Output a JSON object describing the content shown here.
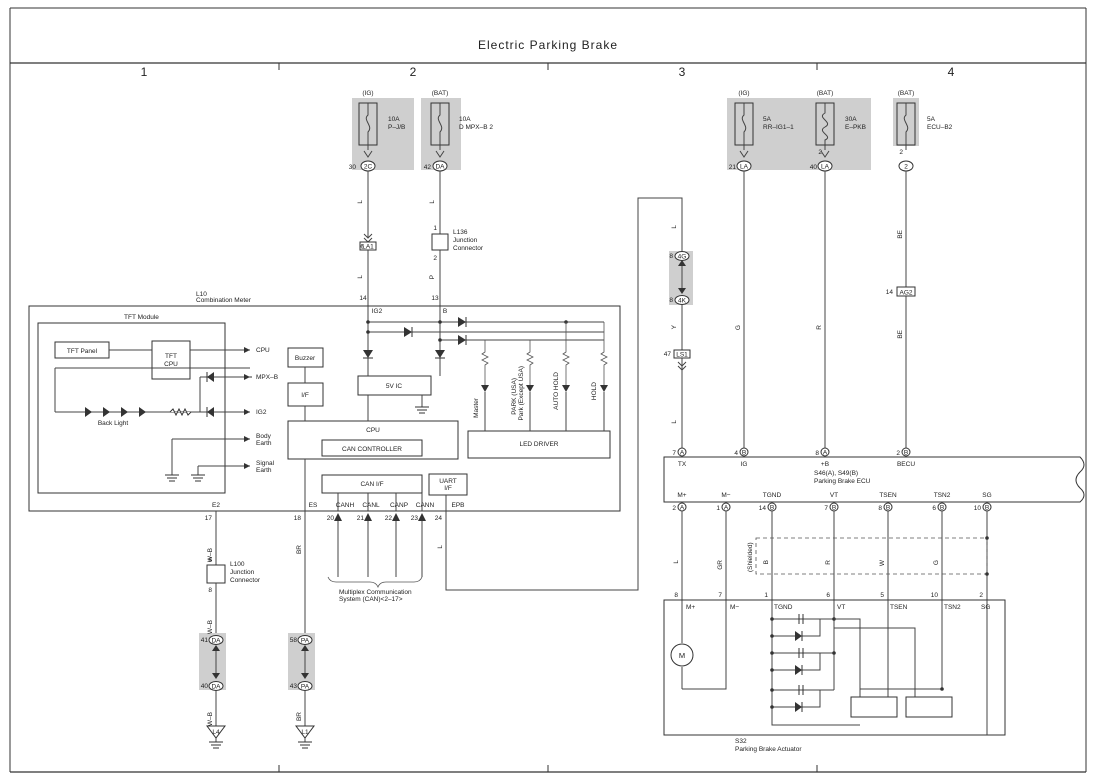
{
  "title": "Electric Parking Brake",
  "columns": [
    "1",
    "2",
    "3",
    "4"
  ],
  "fuses": [
    {
      "source": "(IG)",
      "rating": "10A",
      "name": "P–J/B",
      "pin": "30",
      "conn": "2C"
    },
    {
      "source": "(BAT)",
      "rating": "10A",
      "name": "D MPX–B 2",
      "pin": "42",
      "conn": "DA"
    },
    {
      "source": "(IG)",
      "rating": "5A",
      "name": "RR–IG1–1",
      "pin": "21",
      "conn": "LA"
    },
    {
      "source": "(BAT)",
      "rating": "30A",
      "name": "E–PKB",
      "pin": "40",
      "pin2": "2",
      "conn": "LA"
    },
    {
      "source": "(BAT)",
      "rating": "5A",
      "name": "ECU–B2",
      "pin": "2",
      "conn": "2"
    }
  ],
  "junction_l136": {
    "name": "L136",
    "desc1": "Junction",
    "desc2": "Connector",
    "pin_top": "1",
    "pin_bottom": "2"
  },
  "junction_l100": {
    "name": "L100",
    "desc1": "Junction",
    "desc2": "Connector",
    "pin_top": "6",
    "pin_bottom": "8"
  },
  "connectors": {
    "la1": {
      "pin": "6",
      "label": "LA1"
    },
    "g4g": {
      "pin": "8",
      "label": "4G"
    },
    "g4k": {
      "pin": "8",
      "label": "4K"
    },
    "ls1": {
      "pin": "47",
      "label": "LS1"
    },
    "ag2": {
      "pin": "14",
      "label": "AG2"
    },
    "da_top": {
      "pin": "41",
      "label": "DA"
    },
    "da_bot": {
      "pin": "40",
      "label": "DA"
    },
    "pa_top": {
      "pin": "58",
      "label": "PA"
    },
    "pa_bot": {
      "pin": "43",
      "label": "PA"
    }
  },
  "wire_colors": {
    "ig_l_top": "L",
    "ig_l_mid": "L",
    "bat_l": "L",
    "bat_p": "P",
    "ecu_g": "G",
    "ecu_r": "R",
    "ecu_be1": "BE",
    "ecu_be2": "BE",
    "tx_l1": "L",
    "tx_y": "Y",
    "tx_l2": "L",
    "e2_wb1": "W–B",
    "e2_wb2": "W–B",
    "e2_wb3": "W–B",
    "es_br1": "BR",
    "es_br2": "BR",
    "epb_l": "L",
    "act_l": "L",
    "act_gr": "GR",
    "act_b": "B",
    "act_r": "R",
    "act_w": "W",
    "act_g": "G",
    "shielded": "(Shielded)"
  },
  "meter": {
    "name": "L10",
    "desc": "Combination Meter",
    "tft_module": "TFT Module",
    "tft_panel": "TFT Panel",
    "tft_cpu1": "TFT",
    "tft_cpu2": "CPU",
    "sig_cpu": "CPU",
    "sig_mpxb": "MPX–B",
    "sig_ig2": "IG2",
    "body_earth1": "Body",
    "body_earth2": "Earth",
    "signal_earth1": "Signal",
    "signal_earth2": "Earth",
    "back_light": "Back Light",
    "e2_label": "E2",
    "buzzer": "Buzzer",
    "if": "I/F",
    "five_v_ic": "5V IC",
    "cpu": "CPU",
    "can_controller": "CAN CONTROLLER",
    "can_if": "CAN I/F",
    "uart1": "UART",
    "uart2": "I/F",
    "led_driver": "LED DRIVER",
    "led_master": "Master",
    "led_park1": "PARK (USA)",
    "led_park2": "Park (Except USA)",
    "led_autohold": "AUTO HOLD",
    "led_hold": "HOLD",
    "pin_ig2": "IG2",
    "pin_b": "B",
    "pin_14": "14",
    "pin_13": "13",
    "pin_es": "ES",
    "pin_canh": "CANH",
    "pin_canl": "CANL",
    "pin_canp": "CANP",
    "pin_cann": "CANN",
    "pin_epb": "EPB",
    "pin_17": "17",
    "pin_18": "18",
    "pin_20": "20",
    "pin_21": "21",
    "pin_22": "22",
    "pin_23": "23",
    "pin_24": "24"
  },
  "multiplex1": "Multiplex Communication",
  "multiplex2": "System (CAN)<2–17>",
  "ecu": {
    "name": "S46(A), S49(B)",
    "desc": "Parking Brake ECU",
    "top_pins": [
      {
        "num": "7",
        "conn": "A",
        "label": "TX"
      },
      {
        "num": "4",
        "conn": "B",
        "label": "IG"
      },
      {
        "num": "8",
        "conn": "A",
        "label": "+B"
      },
      {
        "num": "2",
        "conn": "B",
        "label": "BECU"
      }
    ],
    "bottom_pins": [
      {
        "num": "2",
        "conn": "A",
        "label": "M+"
      },
      {
        "num": "1",
        "conn": "A",
        "label": "M−"
      },
      {
        "num": "14",
        "conn": "B",
        "label": "TGND"
      },
      {
        "num": "7",
        "conn": "B",
        "label": "VT"
      },
      {
        "num": "8",
        "conn": "B",
        "label": "TSEN"
      },
      {
        "num": "6",
        "conn": "B",
        "label": "TSN2"
      },
      {
        "num": "10",
        "conn": "B",
        "label": "SG"
      }
    ]
  },
  "actuator": {
    "name": "S32",
    "desc": "Parking Brake Actuator",
    "motor": "M",
    "pins": [
      {
        "num": "8",
        "label": "M+"
      },
      {
        "num": "7",
        "label": "M−"
      },
      {
        "num": "1",
        "label": "TGND"
      },
      {
        "num": "6",
        "label": "VT"
      },
      {
        "num": "5",
        "label": "TSEN"
      },
      {
        "num": "10",
        "label": "TSN2"
      },
      {
        "num": "2",
        "label": "SG"
      }
    ]
  },
  "grounds": [
    {
      "label": "L4"
    },
    {
      "label": "L1"
    }
  ]
}
